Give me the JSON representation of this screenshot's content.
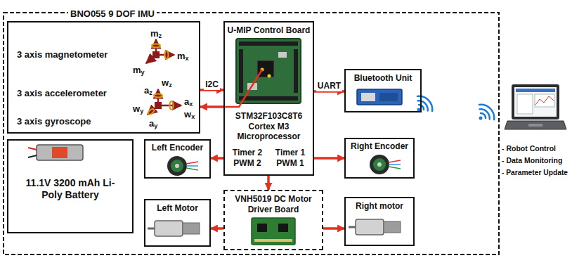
{
  "diagram": {
    "nodes": [
      {
        "text": [
          "BNO055 9 DOF IMU",
          "3 axis magnetometer",
          "3 axis accelerometer",
          "3 axis gyroscope"
        ]
      },
      {
        "text": [
          "U-MIP Control Board",
          "STM32F103C8T6 Cortex M3 Microprocessor",
          "Timer 2 PWM 2",
          "Timer 1 PWM 1"
        ]
      },
      {
        "text": [
          "Bluetooth Unit"
        ]
      },
      {
        "text": [
          "Left Encoder"
        ]
      },
      {
        "text": [
          "Right Encoder"
        ]
      },
      {
        "text": [
          "11.1V 3200 mAh Li-Poly Battery"
        ]
      },
      {
        "text": [
          "Left Motor"
        ]
      },
      {
        "text": [
          "VNH5019 DC Motor Driver Board"
        ]
      },
      {
        "text": [
          "Right motor"
        ]
      }
    ],
    "edges": [
      {
        "from": 0,
        "to": 1,
        "arrow": "to",
        "label": "I2C"
      },
      {
        "from": 1,
        "to": 0,
        "arrow": "to"
      },
      {
        "from": 1,
        "to": 2,
        "arrow": "to",
        "label": "UART"
      },
      {
        "from": 1,
        "to": 3,
        "arrow": "to"
      },
      {
        "from": 1,
        "to": 4,
        "arrow": "to"
      },
      {
        "from": 1,
        "to": 7,
        "arrow": "to"
      },
      {
        "from": 7,
        "to": 6,
        "arrow": "to"
      },
      {
        "from": 7,
        "to": 8,
        "arrow": "to"
      }
    ],
    "labels": [
      "mz",
      "mx",
      "my",
      "wz",
      "az",
      "ax",
      "wx",
      "wy",
      "ay",
      "- Robot Control",
      "- Data Monitoring",
      "- Parameter Update"
    ]
  }
}
